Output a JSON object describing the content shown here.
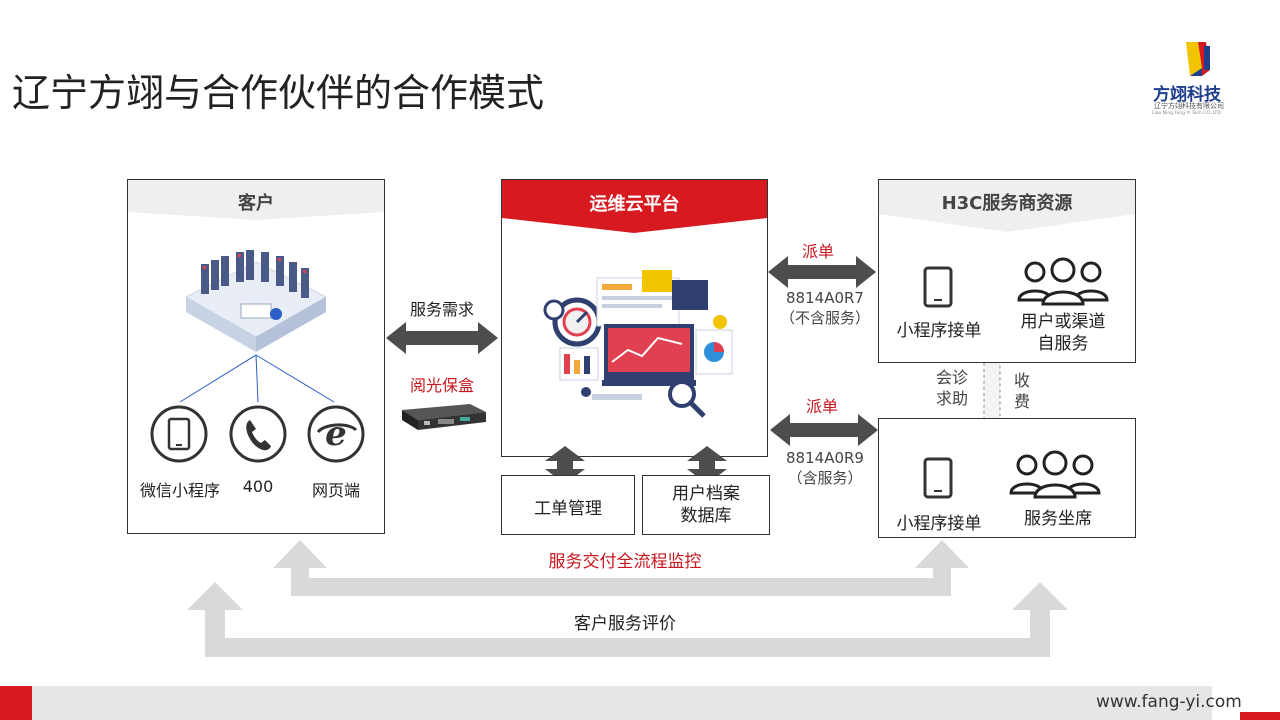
{
  "title": "辽宁方翊与合作伙伴的合作模式",
  "logo": {
    "name": "方翊科技",
    "sub": "辽宁方翊科技有限公司",
    "tiny": "Liao Ning Fang Yi Tech CO.,LTD"
  },
  "customer": {
    "header": "客户",
    "channels": [
      "微信小程序",
      "400",
      "网页端"
    ]
  },
  "platform": {
    "header": "运维云平台",
    "modules": [
      "工单管理",
      "用户档案\n数据库"
    ]
  },
  "h3c": {
    "header": "H3C服务商资源",
    "top_left": "小程序接单",
    "top_right": "用户或渠道\n自服务",
    "bottom_left": "小程序接单",
    "bottom_right": "服务坐席"
  },
  "links": {
    "service_demand": "服务需求",
    "device": "阅光保盒",
    "dispatch_top": "派单",
    "code_top": "8814A0R7\n（不含服务）",
    "dispatch_bottom": "派单",
    "code_bottom": "8814A0R9\n（含服务）",
    "consult": "会诊\n求助",
    "charge": "收\n费",
    "monitor": "服务交付全流程监控",
    "evaluation": "客户服务评价"
  },
  "footer": {
    "url": "www.fang-yi.com"
  },
  "colors": {
    "accent": "#d71920",
    "arrow_dark": "#4d4d4d",
    "arrow_light": "#d9d9d9",
    "brand_blue": "#1f3f8c"
  }
}
